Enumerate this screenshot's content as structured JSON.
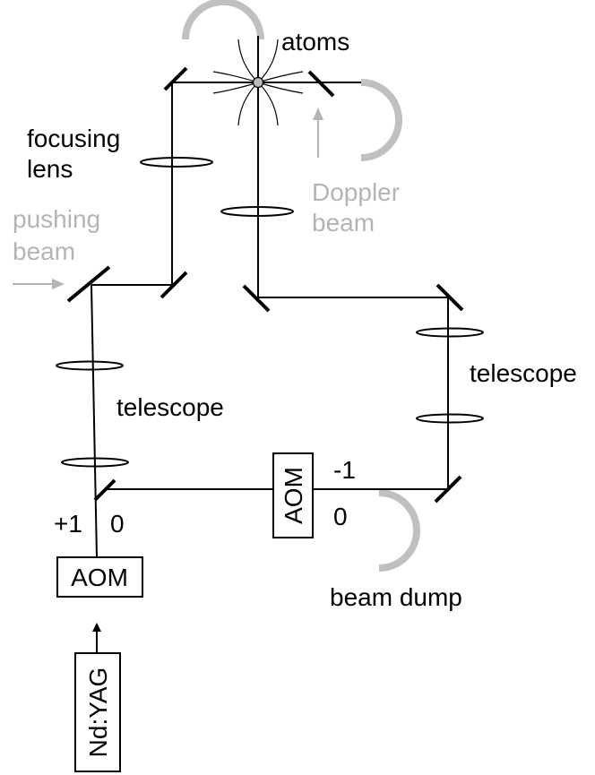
{
  "labels": {
    "atoms": "atoms",
    "focusing_lens_line1": "focusing",
    "focusing_lens_line2": "lens",
    "doppler_line1": "Doppler",
    "doppler_line2": "beam",
    "pushing_line1": "pushing",
    "pushing_line2": "beam",
    "telescope_left": "telescope",
    "telescope_right": "telescope",
    "aom_left": "AOM",
    "aom_right": "AOM",
    "order_plus1": "+1",
    "order_0_left": "0",
    "order_minus1": "-1",
    "order_0_right": "0",
    "beam_dump": "beam dump",
    "laser": "Nd:YAG"
  },
  "colors": {
    "beam": "#000000",
    "auxiliary": "#b4b4b4"
  }
}
